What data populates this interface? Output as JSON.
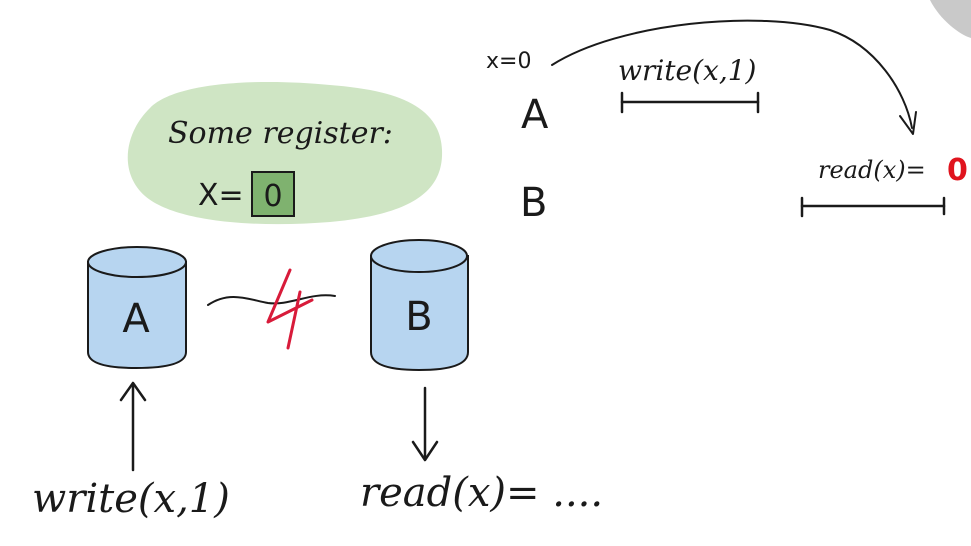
{
  "register": {
    "caption": "Some register:",
    "var_label": "X=",
    "value": "0"
  },
  "nodes": {
    "a_label": "A",
    "b_label": "B"
  },
  "operations": {
    "client_write": "write(x,1)",
    "client_read": "read(x)= ...."
  },
  "timeline": {
    "initial": "x=0",
    "row_a": "A",
    "row_b": "B",
    "write_op": "write(x,1)",
    "read_op": "read(x)=",
    "read_result": "0"
  },
  "colors": {
    "register_blob": "#cfe5c4",
    "register_box": "#7fb26f",
    "cylinder_fill": "#b7d5f0",
    "partition_mark": "#d81b3a",
    "result_highlight": "#e0141e"
  }
}
